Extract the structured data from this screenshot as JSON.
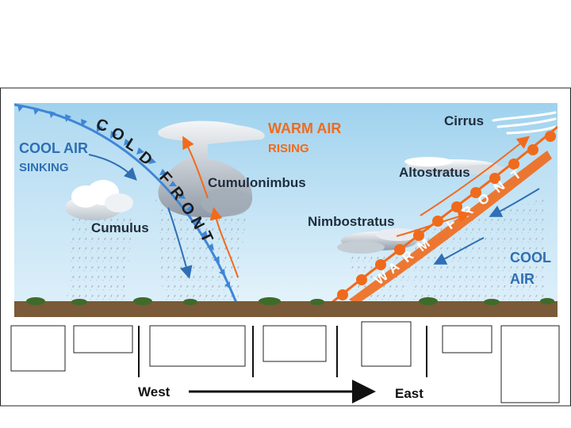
{
  "diagram": {
    "labels": {
      "cool_air_sinking_line1": "COOL AIR",
      "cool_air_sinking_line2": "SINKING",
      "warm_air_line1": "WARM AIR",
      "warm_air_line2": "RISING",
      "cirrus": "Cirrus",
      "altostratus": "Altostratus",
      "cumulonimbus": "Cumulonimbus",
      "nimbostratus": "Nimbostratus",
      "cumulus": "Cumulus",
      "cool_air_line1": "COOL",
      "cool_air_line2": "AIR"
    },
    "cold_front_letters": [
      "C",
      "O",
      "L",
      "D",
      "F",
      "R",
      "O",
      "N",
      "T"
    ],
    "warm_front_letters": [
      "W",
      "A",
      "R",
      "M",
      "F",
      "R",
      "O",
      "N",
      "T"
    ],
    "axis": {
      "west": "West",
      "east": "East"
    },
    "colors": {
      "sky_top": "#9fd2ee",
      "sky_bottom": "#dff1fb",
      "ground": "#7a5a38",
      "cold_front": "#3f86d6",
      "warm_front": "#f06a1c",
      "cool_label": "#2f6fb3",
      "warm_label": "#f26a1b"
    }
  }
}
